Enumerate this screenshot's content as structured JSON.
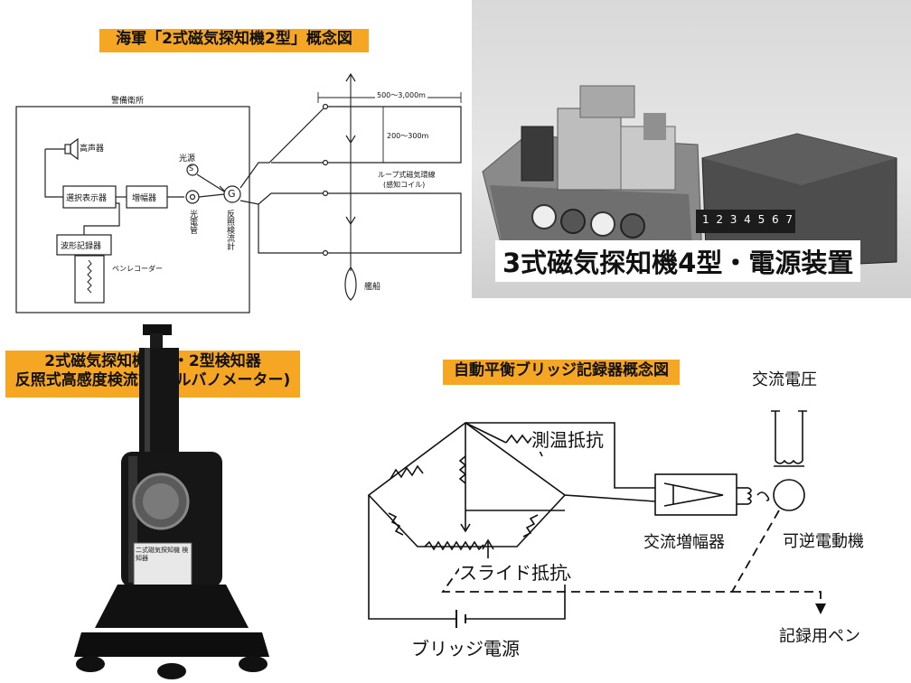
{
  "panel1": {
    "title": "海軍「2式磁気探知機2型」概念図",
    "station": "警備衛所",
    "speaker": "高声器",
    "selector": "選択表示器",
    "amplifier": "増幅器",
    "waveform": "波形記録器",
    "penrecorder": "ペンレコーダー",
    "lightsource": "光源",
    "phototube": "光電管",
    "galvanometer": "反照検流計",
    "galv_symbol": "G",
    "light_symbol": "S",
    "dist_long": "500～3,000m",
    "dist_short": "200～300m",
    "loop": "ループ式磁気環線",
    "loop_sub": "(感知コイル)",
    "ship": "艦船"
  },
  "panel2": {
    "caption": "3式磁気探知機4型・電源装置",
    "ruler_digits": [
      "1",
      "2",
      "3",
      "4",
      "5",
      "6",
      "7"
    ]
  },
  "panel3": {
    "title_line1": "2式磁気探知機1型・2型検知器",
    "title_line2": "反照式高感度検流計(ガルバノメーター)",
    "plate_text": "二式磁気探知機 検知器"
  },
  "panel4": {
    "title": "自動平衡ブリッジ記録器概念図",
    "ac_voltage": "交流電圧",
    "temp_resistor": "測温抵抗",
    "ac_amp": "交流増幅器",
    "reversible_motor": "可逆電動機",
    "slide_resistor": "スライド抵抗",
    "bridge_power": "ブリッジ電源",
    "recorder_pen": "記録用ペン"
  }
}
